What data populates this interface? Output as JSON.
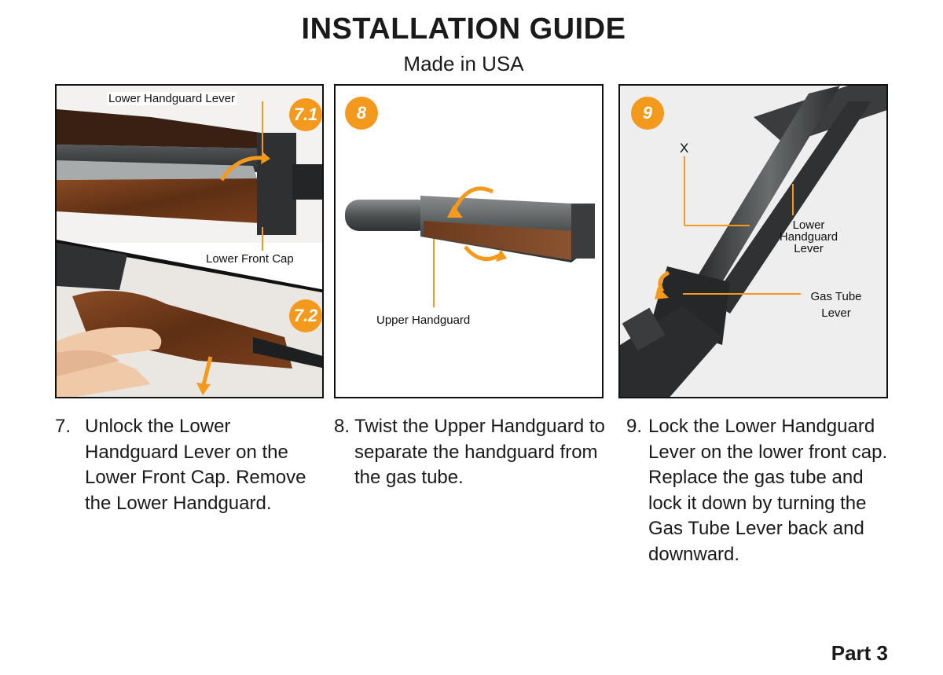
{
  "header": {
    "title": "INSTALLATION GUIDE",
    "subtitle": "Made in USA"
  },
  "panels": [
    {
      "badges": [
        "7.1",
        "7.2"
      ],
      "labels": {
        "lever": "Lower Handguard Lever",
        "cap": "Lower Front Cap"
      }
    },
    {
      "badges": [
        "8"
      ],
      "labels": {
        "upper": "Upper Handguard"
      }
    },
    {
      "badges": [
        "9"
      ],
      "labels": {
        "x": "X",
        "lower_lever": "Lower Handguard Lever",
        "gas_lever": "Gas Tube Lever"
      }
    }
  ],
  "steps": [
    {
      "number": "7.",
      "text": "Unlock the Lower Handguard Lever on the Lower Front Cap. Remove the Lower Handguard."
    },
    {
      "number": "8.",
      "text": "Twist the Upper Handguard to separate the handguard from the gas tube."
    },
    {
      "number": "9.",
      "text": "Lock the Lower Handguard Lever on the lower front cap. Replace the gas tube and lock it down by turning the Gas Tube Lever back and downward."
    }
  ],
  "footer": {
    "part": "Part 3"
  },
  "colors": {
    "accent": "#f39a1e",
    "wood": "#6b3a1e",
    "metal": "#3a3c3d"
  }
}
